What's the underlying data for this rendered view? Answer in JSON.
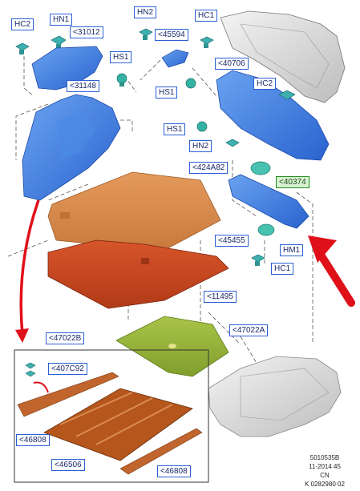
{
  "labels": {
    "hc2_a": "HC2",
    "hn1": "HN1",
    "p31012": "<31012",
    "hs1_a": "HS1",
    "p31148": "<31148",
    "hn2_a": "HN2",
    "hc1_a": "HC1",
    "p45594": "<45594",
    "p40706": "<40706",
    "hc2_b": "HC2",
    "hs1_b": "HS1",
    "hs1_c": "HS1",
    "hn2_b": "HN2",
    "p424a82": "<424A82",
    "p40374": "<40374",
    "p45455": "<45455",
    "hm1": "HM1",
    "hc1_b": "HC1",
    "p11495": "<11495",
    "p47022a": "<47022A",
    "p47022b": "<47022B",
    "p407c92": "<407C92",
    "p46808_a": "<46808",
    "p46506": "<46506",
    "p46808_b": "<46808"
  },
  "footer": {
    "line1": "5010535B",
    "line2": "11-2014 45",
    "line3": "CN",
    "line4": "K 0282980 02"
  },
  "colors": {
    "label_border": "#2a5fd6",
    "highlight_fill": "#d9f2d0",
    "highlight_border": "#1f8a1f",
    "arrow_red": "#e0101a",
    "panel_blue": "#3f7fe0",
    "mat_orange": "#d9894a",
    "mat_red": "#c9451f",
    "mat_green": "#9aba3a",
    "floor_brown": "#b5561c"
  }
}
